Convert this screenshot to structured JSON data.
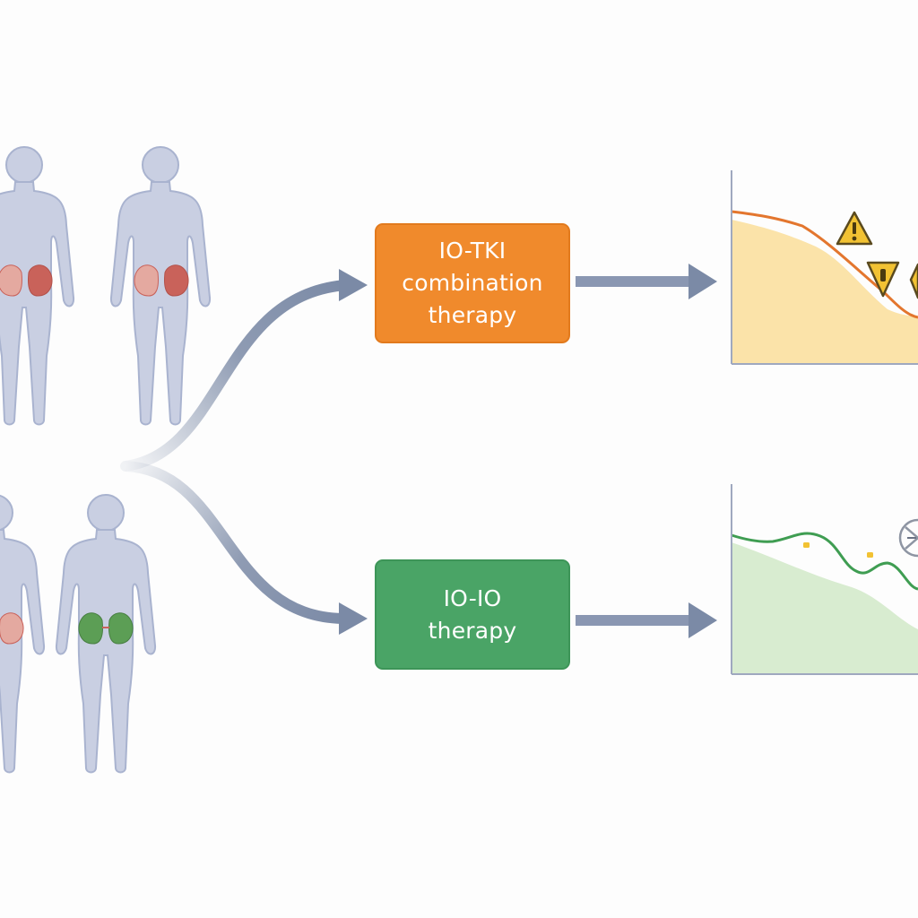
{
  "colors": {
    "background": "#fdfdfd",
    "arrow": "#7b8aa6",
    "figure_fill": "#c9cfe2",
    "figure_stroke": "#a9b3cf",
    "kidney_affected": "#c9625a",
    "kidney_responding": "#5c9e55",
    "io_tki": "#f08a2c",
    "io_tki_border": "#e27a1d",
    "io_io": "#4aa466",
    "io_io_border": "#3d9558",
    "top_area": "#fbe3a9",
    "top_line": "#e3762e",
    "bottom_area": "#d8ecd0",
    "bottom_line": "#3f9d52",
    "warning": "#f2c233",
    "axis": "#9fa8bf"
  },
  "therapies": {
    "io_tki": {
      "line1": "IO-TKI",
      "line2": "combination",
      "line3": "therapy"
    },
    "io_io": {
      "line1": "IO-IO",
      "line2": "therapy"
    }
  }
}
